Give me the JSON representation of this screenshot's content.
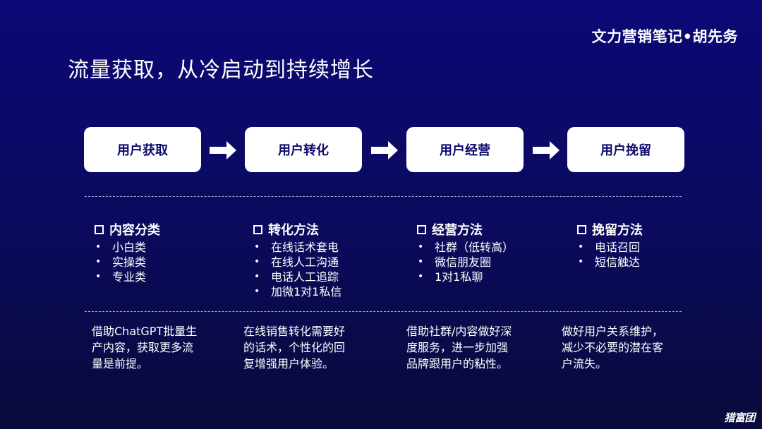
{
  "brand": "文力营销笔记•胡先务",
  "title": "流量获取，从冷启动到持续增长",
  "stages": [
    "用户获取",
    "用户转化",
    "用户经营",
    "用户挽留"
  ],
  "methods": [
    {
      "heading": "内容分类",
      "items": [
        "小白类",
        "实操类",
        "专业类"
      ]
    },
    {
      "heading": "转化方法",
      "items": [
        "在线话术套电",
        "在线人工沟通",
        "电话人工追踪",
        "加微1对1私信"
      ]
    },
    {
      "heading": "经营方法",
      "items": [
        "社群（低转高）",
        "微信朋友圈",
        "1对1私聊"
      ]
    },
    {
      "heading": "挽留方法",
      "items": [
        "电话召回",
        "短信触达"
      ]
    }
  ],
  "descriptions": [
    [
      "借助ChatGPT批量生",
      "产内容，获取更多流",
      "量是前提。"
    ],
    [
      "在线销售转化需要好",
      "的话术，个性化的回",
      "复增强用户体验。"
    ],
    [
      "借助社群/内容做好深",
      "度服务，进一步加强",
      "品牌跟用户的粘性。"
    ],
    [
      "做好用户关系维护，",
      "减少不必要的潜在客",
      "户流失。"
    ]
  ],
  "logo": "猎富团",
  "colors": {
    "background": "#0c0877",
    "stage_box": "#ffffff",
    "stage_text": "#0c0a6e"
  }
}
